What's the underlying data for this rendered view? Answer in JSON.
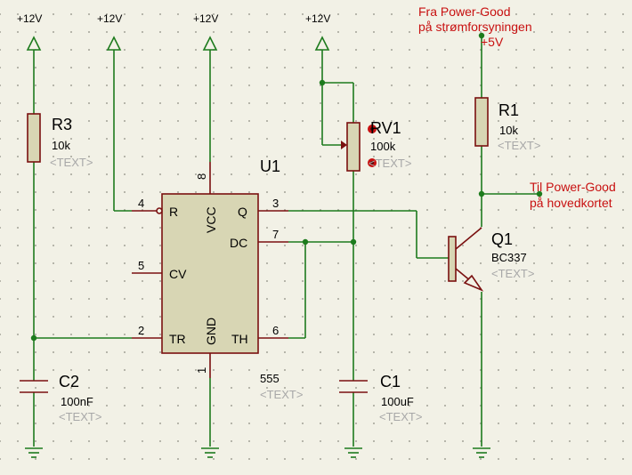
{
  "power_labels": {
    "r3_supply": "+12V",
    "reset_supply": "+12V",
    "vcc_supply": "+12V",
    "rv1_supply": "+12V",
    "r1_supply": "+5V"
  },
  "notes": {
    "source_line1": "Fra Power-Good",
    "source_line2": "på strømforsyningen",
    "output_line1": "Til Power-Good",
    "output_line2": "på hovedkortet"
  },
  "components": {
    "r3": {
      "ref": "R3",
      "value": "10k",
      "text": "<TEXT>"
    },
    "r1": {
      "ref": "R1",
      "value": "10k",
      "text": "<TEXT>"
    },
    "rv1": {
      "ref": "RV1",
      "value": "100k",
      "text": "<TEXT>"
    },
    "c2": {
      "ref": "C2",
      "value": "100nF",
      "text": "<TEXT>"
    },
    "c1": {
      "ref": "C1",
      "value": "100uF",
      "text": "<TEXT>"
    },
    "q1": {
      "ref": "Q1",
      "value": "BC337",
      "text": "<TEXT>"
    },
    "u1": {
      "ref": "U1",
      "value": "555",
      "text": "<TEXT>",
      "pins": {
        "r": "R",
        "cv": "CV",
        "tr": "TR",
        "vcc": "VCC",
        "gnd": "GND",
        "q": "Q",
        "dc": "DC",
        "th": "TH"
      },
      "pin_numbers": {
        "p1": "1",
        "p2": "2",
        "p3": "3",
        "p4": "4",
        "p5": "5",
        "p6": "6",
        "p7": "7",
        "p8": "8"
      }
    }
  }
}
